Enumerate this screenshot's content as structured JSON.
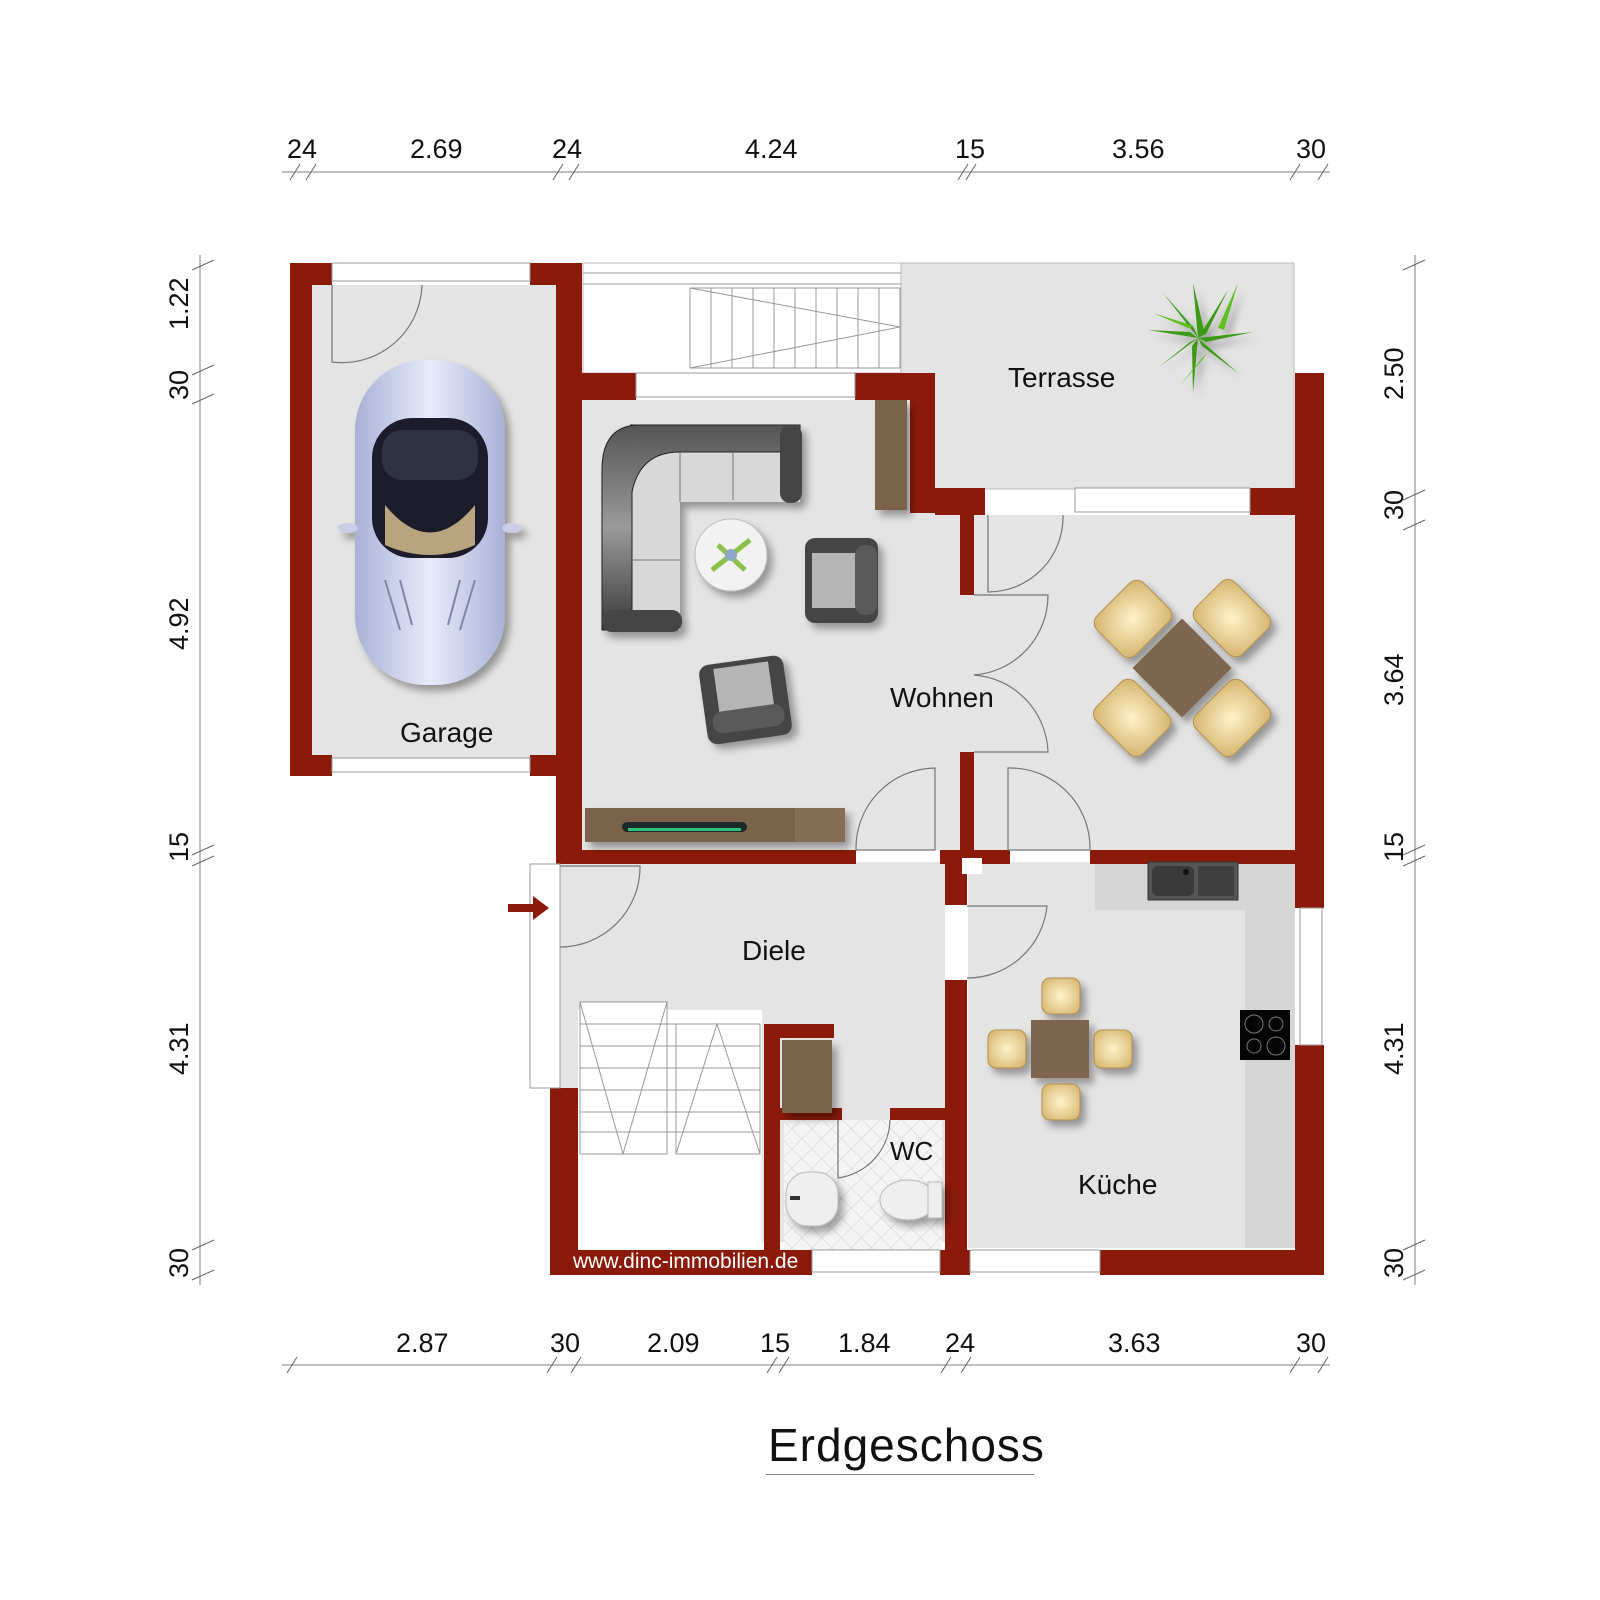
{
  "floor": {
    "title": "Erdgeschoss",
    "watermark": "www.dinc-immobilien.de"
  },
  "colors": {
    "wall": "#8b1a0a",
    "floor": "#e4e4e4",
    "wood": "#7a624c",
    "dim_line": "#aaaaaa",
    "text": "#111111"
  },
  "rooms": [
    {
      "id": "garage",
      "label": "Garage"
    },
    {
      "id": "terrasse",
      "label": "Terrasse"
    },
    {
      "id": "wohnen",
      "label": "Wohnen"
    },
    {
      "id": "diele",
      "label": "Diele"
    },
    {
      "id": "wc",
      "label": "WC"
    },
    {
      "id": "kueche",
      "label": "Küche"
    }
  ],
  "dimensions": {
    "top": [
      "24",
      "2.69",
      "24",
      "4.24",
      "15",
      "3.56",
      "30"
    ],
    "bottom": [
      "2.87",
      "30",
      "2.09",
      "15",
      "1.84",
      "24",
      "3.63",
      "30"
    ],
    "left": [
      "1.22",
      "30",
      "4.92",
      "15",
      "4.31",
      "30"
    ],
    "right": [
      "2.50",
      "30",
      "3.64",
      "15",
      "4.31",
      "30"
    ]
  },
  "furniture": [
    {
      "room": "garage",
      "item": "car-icon"
    },
    {
      "room": "terrasse",
      "item": "plant-icon"
    },
    {
      "room": "wohnen",
      "item": "corner-sofa-icon"
    },
    {
      "room": "wohnen",
      "item": "armchair-icon"
    },
    {
      "room": "wohnen",
      "item": "armchair-icon"
    },
    {
      "room": "wohnen",
      "item": "coffee-table-icon"
    },
    {
      "room": "wohnen",
      "item": "tv-sideboard-icon"
    },
    {
      "room": "wohnen",
      "item": "dining-table-icon"
    },
    {
      "room": "diele",
      "item": "staircase-icon"
    },
    {
      "room": "diele",
      "item": "cabinet-icon"
    },
    {
      "room": "wc",
      "item": "sink-icon"
    },
    {
      "room": "wc",
      "item": "toilet-icon"
    },
    {
      "room": "kueche",
      "item": "kitchen-sink-icon"
    },
    {
      "room": "kueche",
      "item": "cooktop-icon"
    },
    {
      "room": "kueche",
      "item": "dining-table-icon"
    }
  ],
  "entrance": {
    "icon": "entrance-arrow-icon"
  }
}
